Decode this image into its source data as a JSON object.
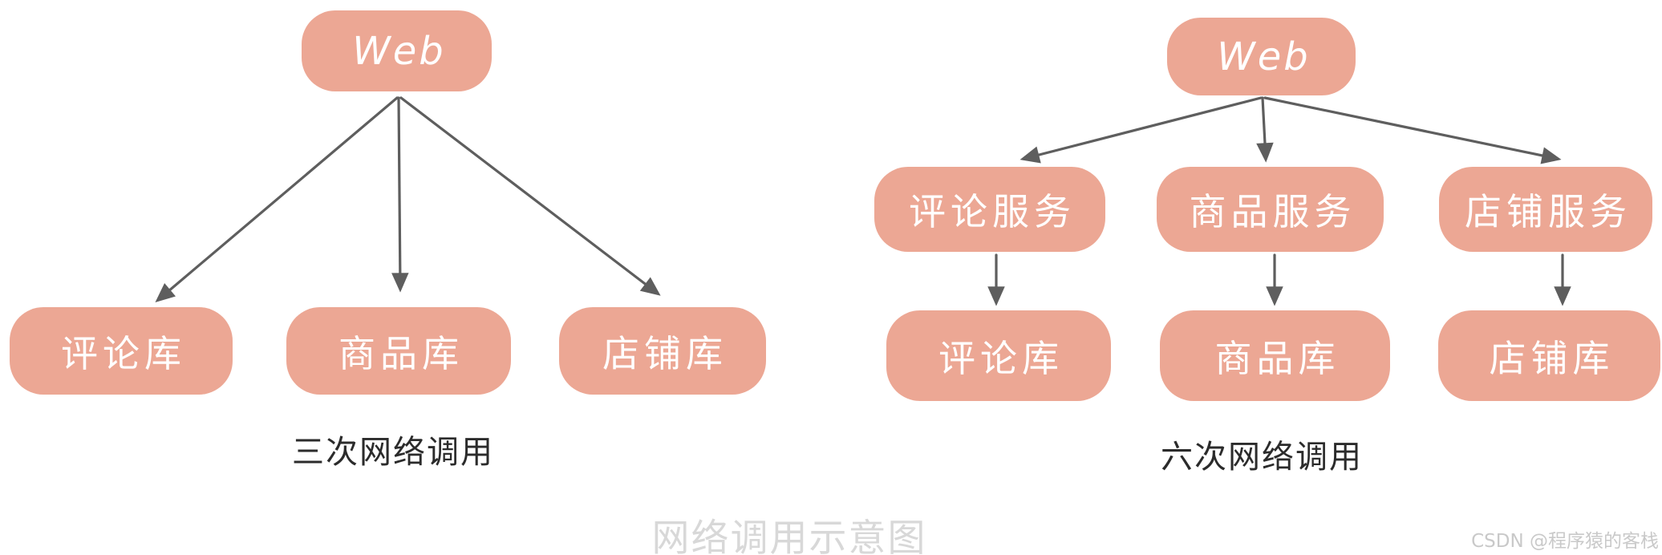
{
  "colors": {
    "node_fill": "#eca794",
    "node_text": "#ffffff",
    "arrow": "#5e5e5e",
    "caption_text": "#2b2b2b",
    "title_text": "#d8d8d8",
    "watermark_text": "#c9c9c9"
  },
  "left_diagram": {
    "root_label": "Web",
    "databases": [
      {
        "label": "评论库"
      },
      {
        "label": "商品库"
      },
      {
        "label": "店铺库"
      }
    ],
    "caption": "三次网络调用"
  },
  "right_diagram": {
    "root_label": "Web",
    "services": [
      {
        "label": "评论服务"
      },
      {
        "label": "商品服务"
      },
      {
        "label": "店铺服务"
      }
    ],
    "databases": [
      {
        "label": "评论库"
      },
      {
        "label": "商品库"
      },
      {
        "label": "店铺库"
      }
    ],
    "caption": "六次网络调用"
  },
  "footer": {
    "title": "网络调用示意图",
    "watermark": "CSDN @程序猿的客栈"
  }
}
